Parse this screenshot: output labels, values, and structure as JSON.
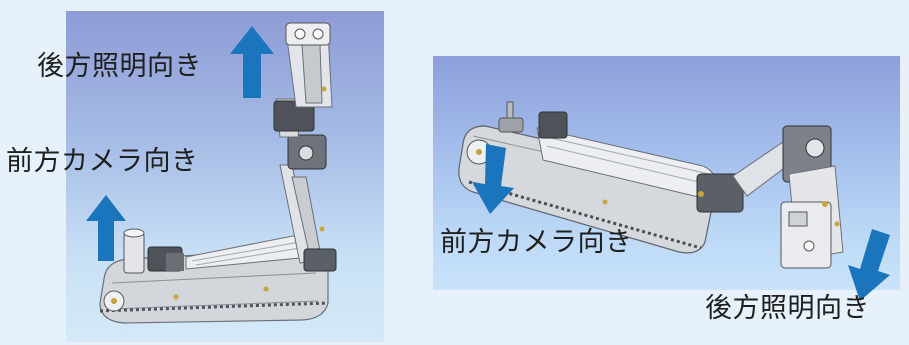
{
  "labels": {
    "left_rear_light": "後方照明向き",
    "left_front_camera": "前方カメラ向き",
    "right_front_camera": "前方カメラ向き",
    "right_rear_light": "後方照明向き"
  },
  "colors": {
    "page_background": "#e6f1fb",
    "arrow": "#1b75bc",
    "text": "#1f1f1f"
  },
  "icons": {
    "arrow_up": "arrow-up-icon",
    "arrow_down": "arrow-down-icon"
  }
}
